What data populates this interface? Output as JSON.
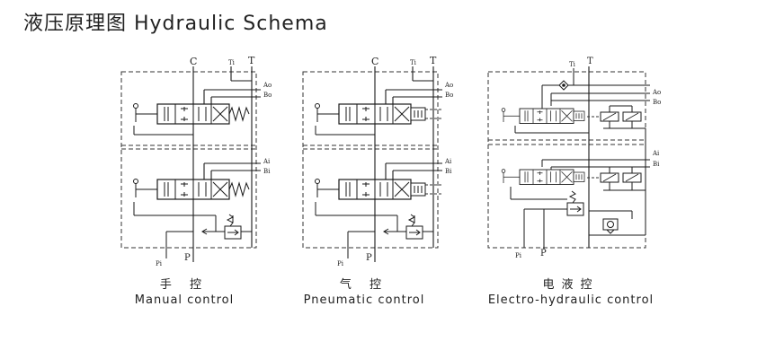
{
  "page": {
    "title": "液压原理图  Hydraulic Schema"
  },
  "ports": {
    "C": "C",
    "T": "T",
    "Ti": "Ti",
    "P": "P",
    "Pi": "Pi",
    "Ao": "Ao",
    "Bo": "Bo",
    "Ai": "Ai",
    "Bi": "Bi"
  },
  "diagrams": [
    {
      "cn": "手  控",
      "en": "Manual control"
    },
    {
      "cn": "气  控",
      "en": "Pneumatic control"
    },
    {
      "cn": "电液控",
      "en": "Electro-hydraulic control"
    }
  ],
  "colors": {
    "line": "#1a1a1a",
    "dash": "#333333",
    "background": "#ffffff"
  }
}
